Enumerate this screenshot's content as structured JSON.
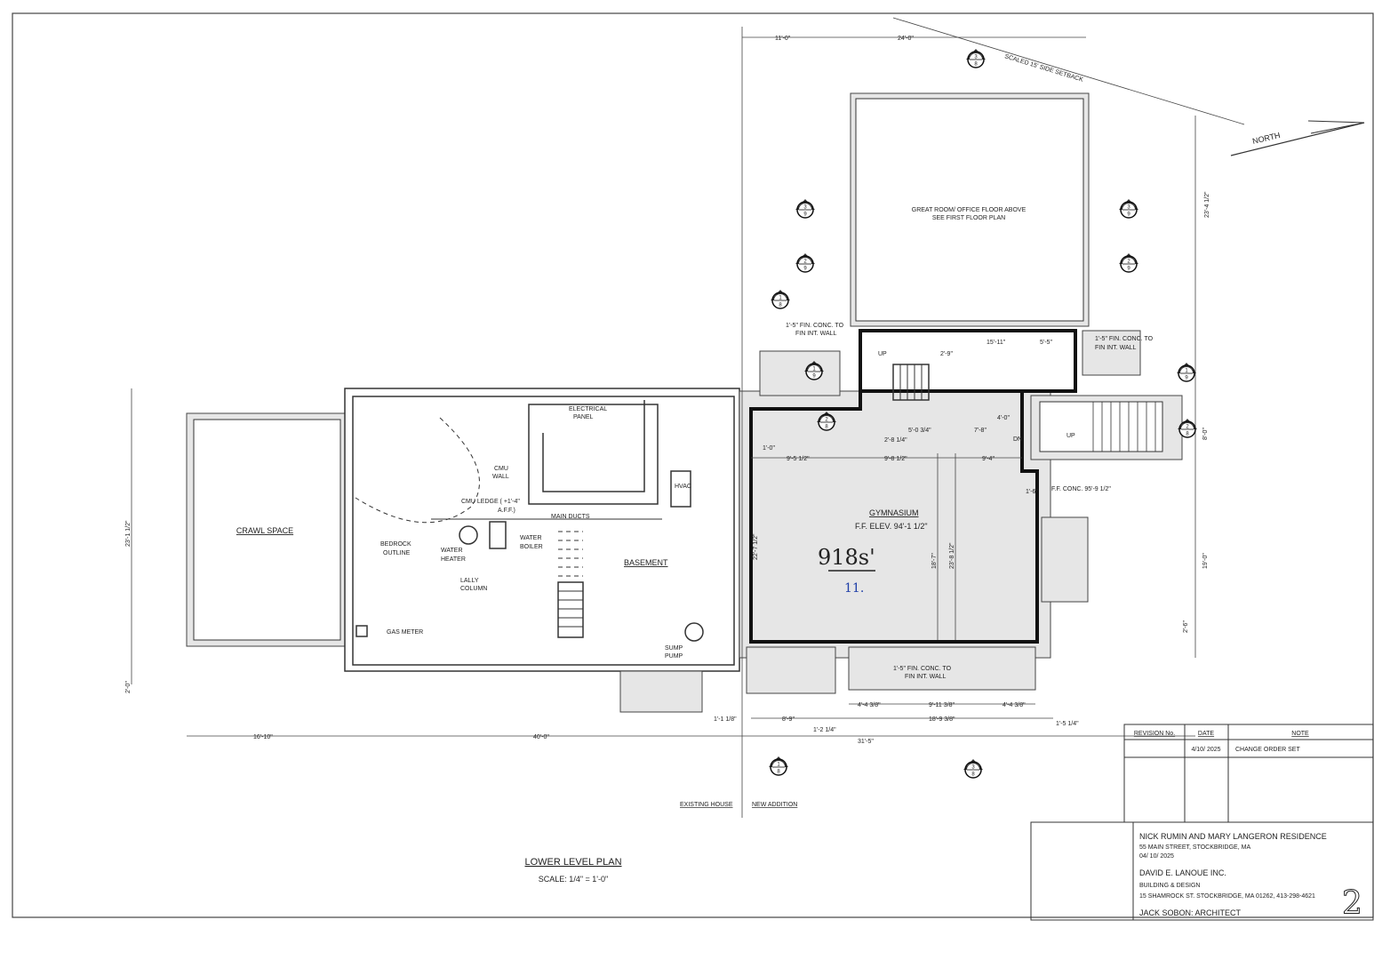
{
  "drawing": {
    "title": "LOWER LEVEL PLAN",
    "scale": "SCALE: 1/4\" = 1'-0\"",
    "sheet_number": "2",
    "north_label": "NORTH",
    "setback_note": "SCALED 15' SIDE SETBACK",
    "existing_label": "EXISTING HOUSE",
    "addition_label": "NEW ADDITION"
  },
  "rooms": {
    "crawl_space": "CRAWL SPACE",
    "basement": "BASEMENT",
    "gymnasium": "GYMNASIUM",
    "gym_elev": "F.F. ELEV. 94'-1 1/2\"",
    "great_room_1": "GREAT ROOM/ OFFICE FLOOR ABOVE",
    "great_room_2": "SEE FIRST FLOOR PLAN"
  },
  "annotations": {
    "electrical_panel_1": "ELECTRICAL",
    "electrical_panel_2": "PANEL",
    "cmu_wall_1": "CMU",
    "cmu_wall_2": "WALL",
    "cmu_ledge_1": "CMU LEDGE ( +1'-4\"",
    "cmu_ledge_2": "A.F.F.)",
    "main_ducts": "MAIN DUCTS",
    "hvac": "HVAC",
    "bedrock_1": "BEDROCK",
    "bedrock_2": "OUTLINE",
    "water_heater_1": "WATER",
    "water_heater_2": "HEATER",
    "water_boiler_1": "WATER",
    "water_boiler_2": "BOILER",
    "lally_1": "LALLY",
    "lally_2": "COLUMN",
    "gas_meter": "GAS METER",
    "sump_1": "SUMP",
    "sump_2": "PUMP",
    "up": "UP",
    "dn": "DN",
    "conc_wall_1": "1'-5\" FIN. CONC. TO",
    "conc_wall_2": "FIN INT. WALL",
    "ff_conc": "F.F. CONC. 95'-9 1/2\""
  },
  "dimensions": {
    "d_11_0": "11'-0\"",
    "d_24_0": "24'-0\"",
    "d_23_right": "23'-4 1/2\"",
    "d_16_10": "16'-10\"",
    "d_40_0": "40'-0\"",
    "d_31_5": "31'-5\"",
    "d_8_9": "8'-9\"",
    "d_18_9": "18'-9 3/8\"",
    "d_1_1": "1'-1 1/8\"",
    "d_1_2": "1'-2 1/4\"",
    "d_1_5": "1'-5 1/4\"",
    "d_4_4a": "4'-4 3/8\"",
    "d_9_11": "9'-11 3/8\"",
    "d_4_4b": "4'-4 3/8\"",
    "d_9_5": "9'-5 1/2\"",
    "d_9_8": "9'-8 1/2\"",
    "d_9_4": "9'-4\"",
    "d_1_0": "1'-0\"",
    "d_15_11": "15'-11\"",
    "d_5_5": "5'-5\"",
    "d_4_0": "4'-0\"",
    "d_5_0": "5'-0 3/4\"",
    "d_7_8": "7'-8\"",
    "d_2_8": "2'-8 1/4\"",
    "d_2_9": "2'-9\"",
    "d_22_7": "22'-7 1/2\"",
    "d_18_7": "18'-7\"",
    "d_23_8": "23'-8 1/2\"",
    "d_23_left": "23'-1 1/2\"",
    "d_2_0": "2'-0\"",
    "d_1_6": "1'-6\"",
    "d_8_0": "8'-0\"",
    "d_19_0": "19'-0\"",
    "d_2_6": "2'-6\""
  },
  "handwritten": {
    "area": "918s'",
    "mark": "11."
  },
  "section_markers": [
    {
      "num": "3",
      "sheet": "8"
    },
    {
      "num": "3",
      "sheet": "9"
    },
    {
      "num": "3",
      "sheet": "9"
    },
    {
      "num": "2",
      "sheet": "9"
    },
    {
      "num": "2",
      "sheet": "9"
    },
    {
      "num": "1",
      "sheet": "8"
    },
    {
      "num": "1",
      "sheet": "9"
    },
    {
      "num": "1",
      "sheet": "9"
    },
    {
      "num": "2",
      "sheet": "8"
    },
    {
      "num": "2",
      "sheet": "8"
    },
    {
      "num": "1",
      "sheet": "8"
    },
    {
      "num": "3",
      "sheet": "8"
    }
  ],
  "revisions": {
    "headers": [
      "REVISION No.",
      "DATE",
      "NOTE"
    ],
    "rows": [
      [
        "",
        "4/10/ 2025",
        "CHANGE ORDER SET"
      ]
    ]
  },
  "title_block": {
    "project": "NICK RUMIN AND MARY LANGERON RESIDENCE",
    "address": "55 MAIN STREET, STOCKBRIDGE, MA",
    "date": "04/ 10/ 2025",
    "firm": "DAVID E. LANOUE INC.",
    "firm_sub": "BUILDING & DESIGN",
    "firm_address": "15 SHAMROCK ST. STOCKBRIDGE, MA 01262, 413-298-4621",
    "architect": "JACK SOBON: ARCHITECT"
  },
  "colors": {
    "ink": "#222222",
    "handwriting_blue": "#1f3fa8"
  }
}
